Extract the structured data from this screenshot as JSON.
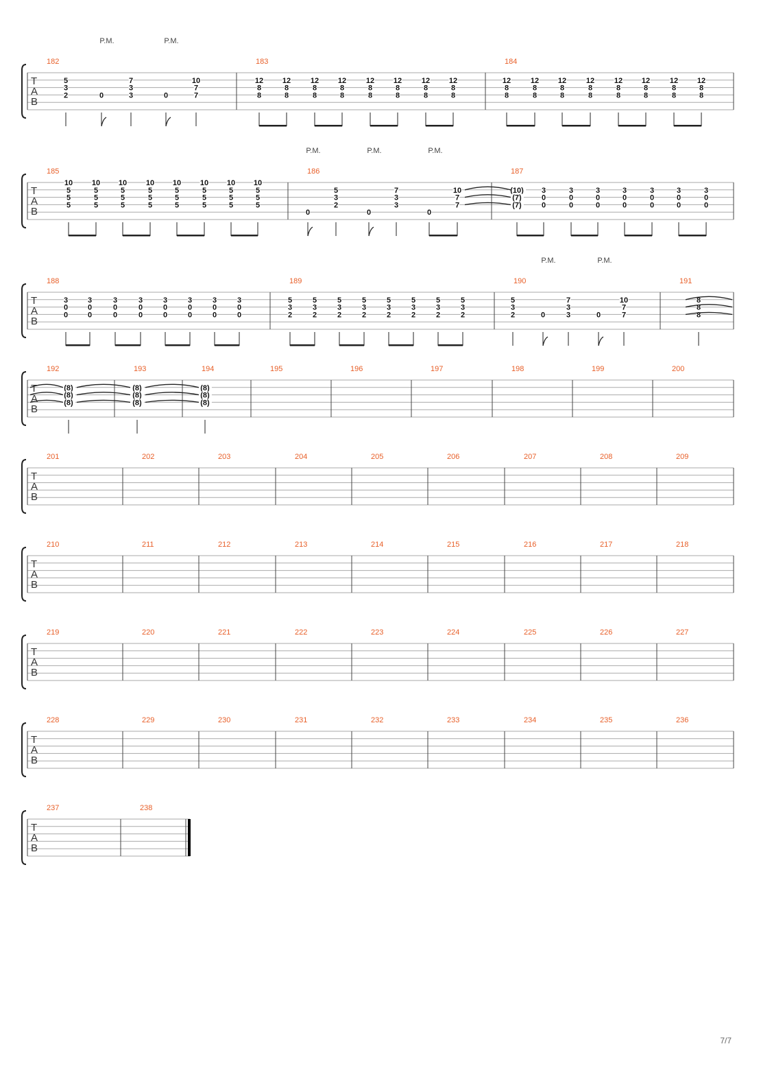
{
  "page": {
    "number": "7/7"
  },
  "tab_label": [
    "T",
    "A",
    "B"
  ],
  "systems": [
    {
      "measures": [
        {
          "num": "182",
          "pm": [
            "P.M.",
            "P.M."
          ],
          "events": [
            {
              "f": [
                "5",
                "3",
                "2"
              ],
              "s": [
                2,
                3,
                4
              ],
              "stem": "q"
            },
            {
              "f": [
                "0"
              ],
              "s": [
                4
              ],
              "stem": "e"
            },
            {
              "f": [
                "7",
                "3",
                "3"
              ],
              "s": [
                2,
                3,
                4
              ],
              "stem": "q"
            },
            {
              "f": [
                "0"
              ],
              "s": [
                4
              ],
              "stem": "e"
            },
            {
              "f": [
                "10",
                "7",
                "7"
              ],
              "s": [
                2,
                3,
                4
              ],
              "stem": "q"
            }
          ]
        },
        {
          "num": "183",
          "events": [
            {
              "f": [
                "12",
                "8",
                "8"
              ],
              "s": [
                2,
                3,
                4
              ]
            },
            {
              "f": [
                "12",
                "8",
                "8"
              ],
              "s": [
                2,
                3,
                4
              ]
            },
            {
              "f": [
                "12",
                "8",
                "8"
              ],
              "s": [
                2,
                3,
                4
              ]
            },
            {
              "f": [
                "12",
                "8",
                "8"
              ],
              "s": [
                2,
                3,
                4
              ]
            },
            {
              "f": [
                "12",
                "8",
                "8"
              ],
              "s": [
                2,
                3,
                4
              ]
            },
            {
              "f": [
                "12",
                "8",
                "8"
              ],
              "s": [
                2,
                3,
                4
              ]
            },
            {
              "f": [
                "12",
                "8",
                "8"
              ],
              "s": [
                2,
                3,
                4
              ]
            },
            {
              "f": [
                "12",
                "8",
                "8"
              ],
              "s": [
                2,
                3,
                4
              ]
            }
          ]
        },
        {
          "num": "184",
          "events": [
            {
              "f": [
                "12",
                "8",
                "8"
              ],
              "s": [
                2,
                3,
                4
              ]
            },
            {
              "f": [
                "12",
                "8",
                "8"
              ],
              "s": [
                2,
                3,
                4
              ]
            },
            {
              "f": [
                "12",
                "8",
                "8"
              ],
              "s": [
                2,
                3,
                4
              ]
            },
            {
              "f": [
                "12",
                "8",
                "8"
              ],
              "s": [
                2,
                3,
                4
              ]
            },
            {
              "f": [
                "12",
                "8",
                "8"
              ],
              "s": [
                2,
                3,
                4
              ]
            },
            {
              "f": [
                "12",
                "8",
                "8"
              ],
              "s": [
                2,
                3,
                4
              ]
            },
            {
              "f": [
                "12",
                "8",
                "8"
              ],
              "s": [
                2,
                3,
                4
              ]
            },
            {
              "f": [
                "12",
                "8",
                "8"
              ],
              "s": [
                2,
                3,
                4
              ]
            }
          ]
        }
      ]
    },
    {
      "measures": [
        {
          "num": "185",
          "events": [
            {
              "f": [
                "10",
                "5",
                "5",
                "5"
              ],
              "s": [
                1,
                2,
                3,
                4
              ]
            },
            {
              "f": [
                "10",
                "5",
                "5",
                "5"
              ],
              "s": [
                1,
                2,
                3,
                4
              ]
            },
            {
              "f": [
                "10",
                "5",
                "5",
                "5"
              ],
              "s": [
                1,
                2,
                3,
                4
              ]
            },
            {
              "f": [
                "10",
                "5",
                "5",
                "5"
              ],
              "s": [
                1,
                2,
                3,
                4
              ]
            },
            {
              "f": [
                "10",
                "5",
                "5",
                "5"
              ],
              "s": [
                1,
                2,
                3,
                4
              ]
            },
            {
              "f": [
                "10",
                "5",
                "5",
                "5"
              ],
              "s": [
                1,
                2,
                3,
                4
              ]
            },
            {
              "f": [
                "10",
                "5",
                "5",
                "5"
              ],
              "s": [
                1,
                2,
                3,
                4
              ]
            },
            {
              "f": [
                "10",
                "5",
                "5",
                "5"
              ],
              "s": [
                1,
                2,
                3,
                4
              ]
            }
          ]
        },
        {
          "num": "186",
          "pm": [
            "P.M.",
            "P.M.",
            "P.M."
          ],
          "events": [
            {
              "f": [
                "0"
              ],
              "s": [
                5
              ],
              "stem": "e"
            },
            {
              "f": [
                "5",
                "3",
                "2"
              ],
              "s": [
                2,
                3,
                4
              ],
              "stem": "q"
            },
            {
              "f": [
                "0"
              ],
              "s": [
                5
              ],
              "stem": "e"
            },
            {
              "f": [
                "7",
                "3",
                "3"
              ],
              "s": [
                2,
                3,
                4
              ],
              "stem": "q"
            },
            {
              "f": [
                "0"
              ],
              "s": [
                5
              ]
            },
            {
              "f": [
                "10",
                "7",
                "7"
              ],
              "s": [
                2,
                3,
                4
              ]
            }
          ]
        },
        {
          "num": "187",
          "events": [
            {
              "f": [
                "(10)",
                "(7)",
                "(7)"
              ],
              "s": [
                2,
                3,
                4
              ]
            },
            {
              "f": [
                "3",
                "0",
                "0"
              ],
              "s": [
                2,
                3,
                4
              ]
            },
            {
              "f": [
                "3",
                "0",
                "0"
              ],
              "s": [
                2,
                3,
                4
              ]
            },
            {
              "f": [
                "3",
                "0",
                "0"
              ],
              "s": [
                2,
                3,
                4
              ]
            },
            {
              "f": [
                "3",
                "0",
                "0"
              ],
              "s": [
                2,
                3,
                4
              ]
            },
            {
              "f": [
                "3",
                "0",
                "0"
              ],
              "s": [
                2,
                3,
                4
              ]
            },
            {
              "f": [
                "3",
                "0",
                "0"
              ],
              "s": [
                2,
                3,
                4
              ]
            },
            {
              "f": [
                "3",
                "0",
                "0"
              ],
              "s": [
                2,
                3,
                4
              ]
            }
          ]
        }
      ]
    },
    {
      "measures": [
        {
          "num": "188",
          "events": [
            {
              "f": [
                "3",
                "0",
                "0"
              ],
              "s": [
                2,
                3,
                4
              ]
            },
            {
              "f": [
                "3",
                "0",
                "0"
              ],
              "s": [
                2,
                3,
                4
              ]
            },
            {
              "f": [
                "3",
                "0",
                "0"
              ],
              "s": [
                2,
                3,
                4
              ]
            },
            {
              "f": [
                "3",
                "0",
                "0"
              ],
              "s": [
                2,
                3,
                4
              ]
            },
            {
              "f": [
                "3",
                "0",
                "0"
              ],
              "s": [
                2,
                3,
                4
              ]
            },
            {
              "f": [
                "3",
                "0",
                "0"
              ],
              "s": [
                2,
                3,
                4
              ]
            },
            {
              "f": [
                "3",
                "0",
                "0"
              ],
              "s": [
                2,
                3,
                4
              ]
            },
            {
              "f": [
                "3",
                "0",
                "0"
              ],
              "s": [
                2,
                3,
                4
              ]
            }
          ]
        },
        {
          "num": "189",
          "events": [
            {
              "f": [
                "5",
                "3",
                "2"
              ],
              "s": [
                2,
                3,
                4
              ]
            },
            {
              "f": [
                "5",
                "3",
                "2"
              ],
              "s": [
                2,
                3,
                4
              ]
            },
            {
              "f": [
                "5",
                "3",
                "2"
              ],
              "s": [
                2,
                3,
                4
              ]
            },
            {
              "f": [
                "5",
                "3",
                "2"
              ],
              "s": [
                2,
                3,
                4
              ]
            },
            {
              "f": [
                "5",
                "3",
                "2"
              ],
              "s": [
                2,
                3,
                4
              ]
            },
            {
              "f": [
                "5",
                "3",
                "2"
              ],
              "s": [
                2,
                3,
                4
              ]
            },
            {
              "f": [
                "5",
                "3",
                "2"
              ],
              "s": [
                2,
                3,
                4
              ]
            },
            {
              "f": [
                "5",
                "3",
                "2"
              ],
              "s": [
                2,
                3,
                4
              ]
            }
          ]
        },
        {
          "num": "190",
          "pm": [
            "P.M.",
            "P.M."
          ],
          "events": [
            {
              "f": [
                "5",
                "3",
                "2"
              ],
              "s": [
                2,
                3,
                4
              ],
              "stem": "q"
            },
            {
              "f": [
                "0"
              ],
              "s": [
                4
              ],
              "stem": "e"
            },
            {
              "f": [
                "7",
                "3",
                "3"
              ],
              "s": [
                2,
                3,
                4
              ],
              "stem": "q"
            },
            {
              "f": [
                "0"
              ],
              "s": [
                4
              ],
              "stem": "e"
            },
            {
              "f": [
                "10",
                "7",
                "7"
              ],
              "s": [
                2,
                3,
                4
              ],
              "stem": "q"
            }
          ]
        },
        {
          "num": "191",
          "events": [
            {
              "f": [
                "8",
                "8",
                "8"
              ],
              "s": [
                2,
                3,
                4
              ]
            }
          ]
        }
      ]
    },
    {
      "measures": [
        {
          "num": "192",
          "events": [
            {
              "f": [
                "(8)",
                "(8)",
                "(8)"
              ],
              "s": [
                2,
                3,
                4
              ]
            }
          ]
        },
        {
          "num": "193",
          "events": [
            {
              "f": [
                "(8)",
                "(8)",
                "(8)"
              ],
              "s": [
                2,
                3,
                4
              ]
            }
          ]
        },
        {
          "num": "194",
          "events": [
            {
              "f": [
                "(8)",
                "(8)",
                "(8)"
              ],
              "s": [
                2,
                3,
                4
              ]
            }
          ]
        },
        {
          "num": "195"
        },
        {
          "num": "196"
        },
        {
          "num": "197"
        },
        {
          "num": "198"
        },
        {
          "num": "199"
        },
        {
          "num": "200"
        }
      ]
    },
    {
      "measures": [
        {
          "num": "201"
        },
        {
          "num": "202"
        },
        {
          "num": "203"
        },
        {
          "num": "204"
        },
        {
          "num": "205"
        },
        {
          "num": "206"
        },
        {
          "num": "207"
        },
        {
          "num": "208"
        },
        {
          "num": "209"
        }
      ]
    },
    {
      "measures": [
        {
          "num": "210"
        },
        {
          "num": "211"
        },
        {
          "num": "212"
        },
        {
          "num": "213"
        },
        {
          "num": "214"
        },
        {
          "num": "215"
        },
        {
          "num": "216"
        },
        {
          "num": "217"
        },
        {
          "num": "218"
        }
      ]
    },
    {
      "measures": [
        {
          "num": "219"
        },
        {
          "num": "220"
        },
        {
          "num": "221"
        },
        {
          "num": "222"
        },
        {
          "num": "223"
        },
        {
          "num": "224"
        },
        {
          "num": "225"
        },
        {
          "num": "226"
        },
        {
          "num": "227"
        }
      ]
    },
    {
      "measures": [
        {
          "num": "228"
        },
        {
          "num": "229"
        },
        {
          "num": "230"
        },
        {
          "num": "231"
        },
        {
          "num": "232"
        },
        {
          "num": "233"
        },
        {
          "num": "234"
        },
        {
          "num": "235"
        },
        {
          "num": "236"
        }
      ]
    },
    {
      "measures": [
        {
          "num": "237"
        },
        {
          "num": "238"
        }
      ],
      "final_barline": true
    }
  ]
}
